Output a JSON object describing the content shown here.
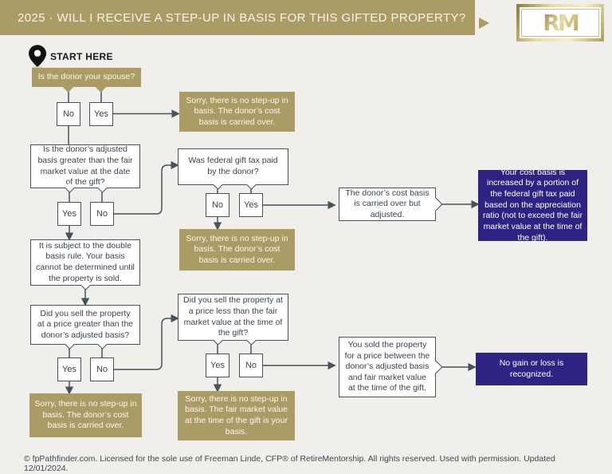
{
  "header": {
    "title": "2025 · WILL I RECEIVE A STEP-UP IN BASIS FOR THIS GIFTED PROPERTY?",
    "logo": "RM"
  },
  "start": {
    "label": "START HERE"
  },
  "flow": {
    "yes": "Yes",
    "no": "No",
    "q_spouse": "Is the donor your spouse?",
    "res_carryover_top": "Sorry, there is no step-up in basis. The donor’s cost basis is carried over.",
    "q_adjusted_basis": "Is the donor’s adjusted basis greater than the fair market value at the date of the gift?",
    "q_gift_tax": "Was federal gift tax paid by the donor?",
    "res_carryover_mid": "Sorry, there is no step-up in basis. The donor’s cost basis is carried over.",
    "res_adjusted": "The donor’s cost basis is carried over but adjusted.",
    "res_increased": "Your cost basis is increased by a portion of the federal gift tax paid based on the appreciation ratio (not to exceed the fair market value at the time of the gift).",
    "note_double_basis": "It is subject to the double basis rule. Your basis cannot be determined until the property is sold.",
    "q_sold_greater": "Did you sell the property at a price greater than the donor’s adjusted basis?",
    "q_sold_less": "Did you sell the property at a price less than the fair market value at the time of the gift?",
    "res_carryover_bottom": "Sorry, there is no step-up in basis. The donor’s cost basis is carried over.",
    "res_fmv_basis": "Sorry, there is no step-up in basis. The fair market value at the time of the gift is your basis.",
    "res_between": "You sold the property for a price between the donor’s adjusted basis and fair market value at the time of the gift.",
    "res_no_gain": "No gain or loss is recognized."
  },
  "footer": {
    "text": "© fpPathfinder.com. Licensed for the sole use of Freeman Linde, CFP® of RetireMentorship. All rights reserved. Used with permission. Updated 12/01/2024."
  },
  "colors": {
    "gold": "#AB9B64",
    "purple": "#2E2382",
    "line": "#47525C",
    "background": "#F0EFEC"
  }
}
